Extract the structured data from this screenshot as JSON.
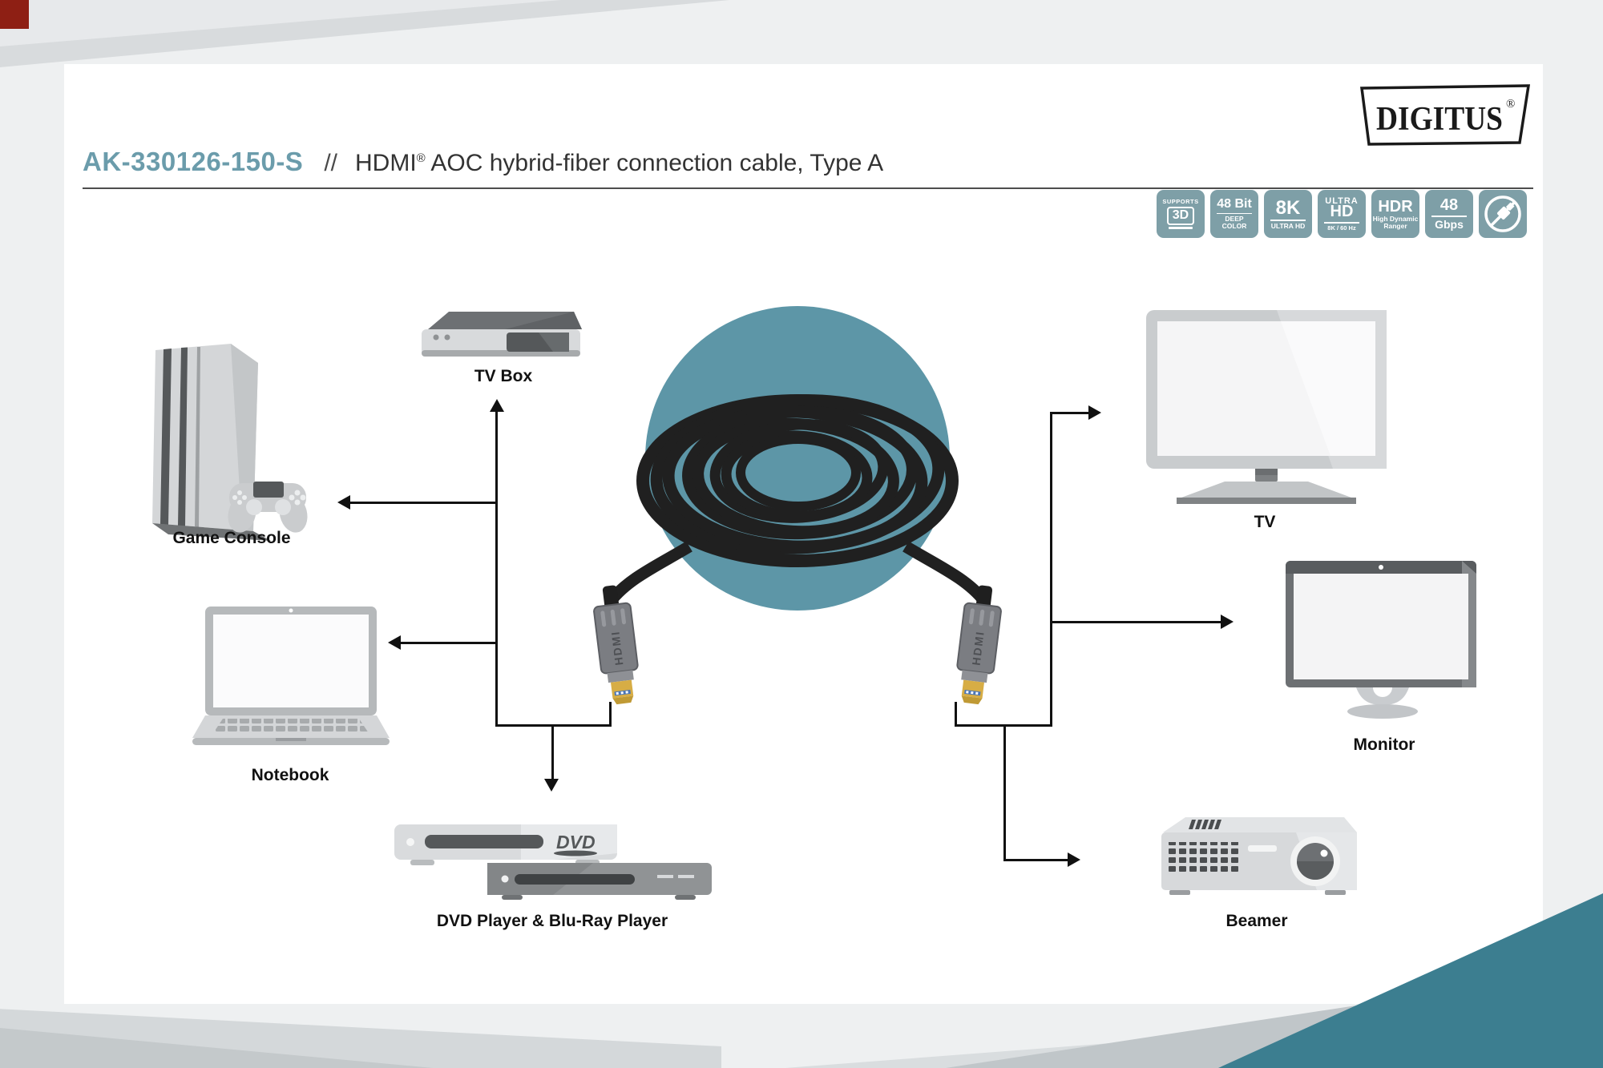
{
  "header": {
    "product_code": "AK-330126-150-S",
    "separator": "//",
    "title_brand": "HDMI",
    "title_reg": "®",
    "title_rest": " AOC hybrid-fiber connection cable, Type A"
  },
  "brand": {
    "name": "DIGITUS",
    "reg": "®"
  },
  "badges": {
    "supports_3d": {
      "top": "SUPPORTS",
      "main": "3D"
    },
    "deep_color": {
      "main": "48 Bit",
      "sub1": "DEEP",
      "sub2": "COLOR"
    },
    "uhd_8k": {
      "main": "8K",
      "sub": "ULTRA HD"
    },
    "ultra_hd": {
      "line1": "ULTRA",
      "line2": "HD",
      "sub": "8K / 60 Hz"
    },
    "hdr": {
      "main": "HDR",
      "sub1": "High Dynamic",
      "sub2": "Ranger"
    },
    "gbps": {
      "main": "48",
      "sub": "Gbps"
    },
    "no_power": {
      "icon": "no-power-plug-icon"
    }
  },
  "devices": {
    "tv_box": "TV Box",
    "game_console": "Game Console",
    "notebook": "Notebook",
    "dvd_players": "DVD Player & Blu-Ray Player",
    "tv": "TV",
    "monitor": "Monitor",
    "beamer": "Beamer",
    "dvd_logo": "DVD"
  },
  "cable": {
    "connector_label": "HDMI"
  },
  "colors": {
    "accent_circle_teal": "#5d96a7",
    "badge_teal": "#7e9fa7",
    "corner_triangle_teal": "#3c7e90",
    "product_code_teal": "#6b9cab",
    "line_black": "#111111",
    "corner_accent_red": "#8e1f14"
  }
}
